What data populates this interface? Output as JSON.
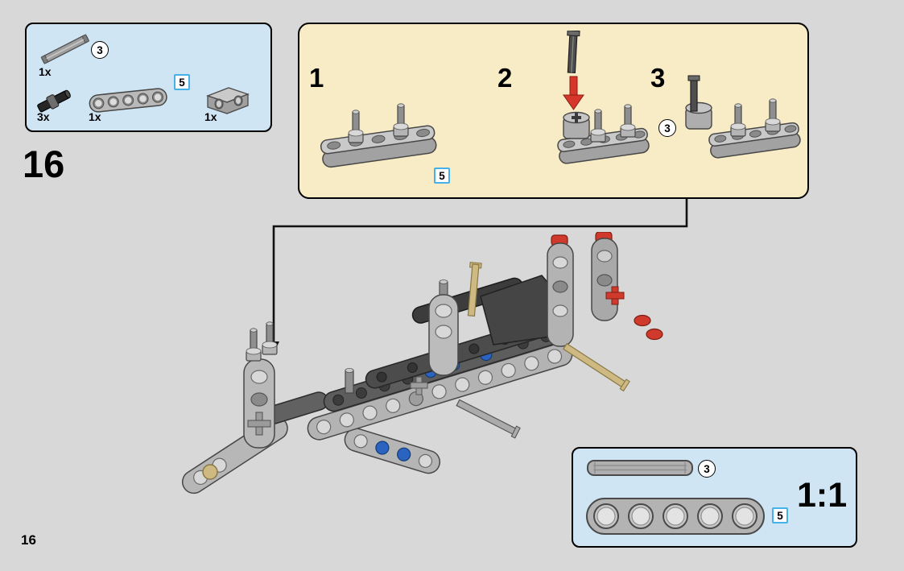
{
  "page": {
    "step_number": "16",
    "page_number": "16"
  },
  "parts_box": {
    "items": [
      {
        "part": "axle-3",
        "qty": "1x",
        "callout": "3"
      },
      {
        "part": "axle-pin-black",
        "qty": "3x"
      },
      {
        "part": "beam-5",
        "qty": "1x",
        "callout": "5"
      },
      {
        "part": "axle-connector-block",
        "qty": "1x"
      }
    ]
  },
  "substeps": {
    "steps": [
      {
        "number": "1",
        "callout": "5"
      },
      {
        "number": "2"
      },
      {
        "number": "3",
        "callout": "3"
      }
    ]
  },
  "scale_box": {
    "label": "1:1",
    "rows": [
      {
        "part": "axle-3",
        "callout": "3"
      },
      {
        "part": "beam-5",
        "callout": "5"
      }
    ]
  },
  "colors": {
    "page_background": "#d8d8d8",
    "parts_box_bg": "#cfe5f3",
    "substeps_box_bg": "#f8ecc6",
    "scale_box_bg": "#cfe5f3",
    "outline_black": "#000000",
    "part_gray_light": "#b9b9b9",
    "part_gray_dark": "#5d5d5d",
    "part_black": "#262626",
    "axle_tan": "#cdb981",
    "pin_blue": "#2b63c0",
    "accent_red": "#d6372b",
    "callout_square_border": "#45b1e8"
  }
}
